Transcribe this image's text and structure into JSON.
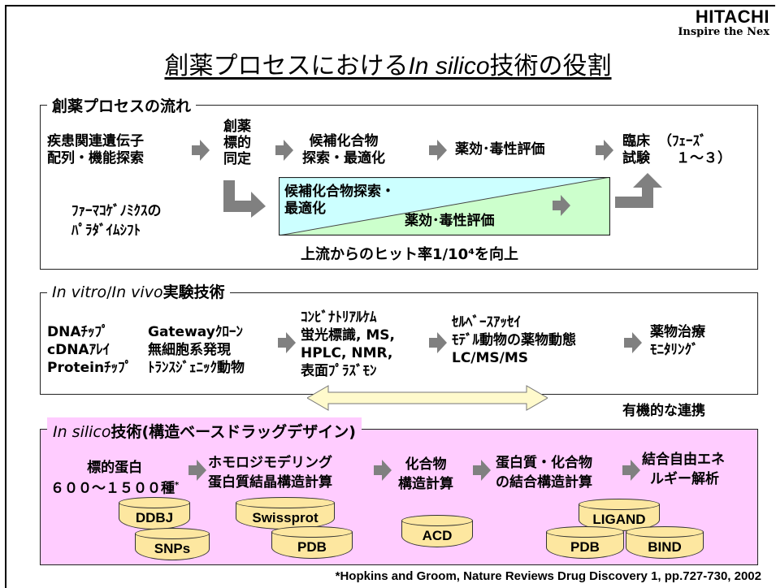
{
  "brand": {
    "name": "HITACHI",
    "tagline": "Inspire the Nex"
  },
  "title": {
    "pre": "創薬プロセスにおける",
    "italic": "In silico",
    "post": "技術の役割"
  },
  "section1": {
    "legend": "創薬プロセスの流れ",
    "step1": [
      "疾患関連遺伝子",
      "配列・機能探索"
    ],
    "step2": [
      "創薬",
      "標的",
      "同定"
    ],
    "step3": [
      "候補化合物",
      "探索・最適化"
    ],
    "step4": "薬効･毒性評価",
    "step5": [
      "臨床",
      "試験"
    ],
    "step5_note": [
      "（ﾌｪｰｽﾞ",
      "１～３）"
    ],
    "pharma": [
      "ﾌｧｰﾏｺｹﾞﾉﾐｸｽの",
      "ﾊﾟﾗﾀﾞｲﾑｼﾌﾄ"
    ],
    "tri_top": [
      "候補化合物探索・",
      "最適化"
    ],
    "tri_bottom": "薬効･毒性評価",
    "hit_rate": "上流からのヒット率1/10⁴を向上"
  },
  "section2": {
    "legend_italic1": "In vitro",
    "legend_sep": "/",
    "legend_italic2": "In vivo",
    "legend_post": "実験技術",
    "col1": [
      "DNAﾁｯﾌﾟ",
      "cDNAｱﾚｲ",
      "Proteinﾁｯﾌﾟ"
    ],
    "col2": [
      "Gatewayｸﾛｰﾝ",
      "無細胞系発現",
      "ﾄﾗﾝｽｼﾞｪﾆｯｸ動物"
    ],
    "col3": [
      "ｺﾝﾋﾞﾅﾄﾘｱﾙｹﾑ",
      "蛍光標識, MS,",
      "HPLC, NMR,",
      "表面ﾌﾟﾗｽﾞﾓﾝ"
    ],
    "col4": [
      "ｾﾙﾍﾞｰｽｱｯｾｲ",
      "ﾓﾃﾞﾙ動物の薬物動態",
      "LC/MS/MS"
    ],
    "col5": [
      "薬物治療",
      "ﾓﾆﾀﾘﾝｸﾞ"
    ],
    "link": "有機的な連携"
  },
  "section3": {
    "legend_italic": "In silico",
    "legend_post": "技術(構造ベースドラッグデザイン)",
    "col1": [
      "標的蛋白",
      "６００～１５００種"
    ],
    "col1_mark": "*",
    "col2": [
      "ホモロジモデリング",
      "蛋白質結晶構造計算"
    ],
    "col3": [
      "化合物",
      "構造計算"
    ],
    "col4": [
      "蛋白質・化合物",
      "の結合構造計算"
    ],
    "col5": [
      "結合自由エネ",
      "ルギー解析"
    ],
    "db": {
      "ddbj": "DDBJ",
      "snps": "SNPs",
      "swissprot": "Swissprot",
      "pdb1": "PDB",
      "acd": "ACD",
      "ligand": "LIGAND",
      "pdb2": "PDB",
      "bind": "BIND"
    }
  },
  "citation": "*Hopkins and Groom, Nature Reviews Drug Discovery 1, pp.727-730, 2002",
  "colors": {
    "arrow": "#808080",
    "cyan": "#ccffff",
    "green": "#ccffcc",
    "pink": "#ffccff",
    "db": "#fde7a0"
  }
}
